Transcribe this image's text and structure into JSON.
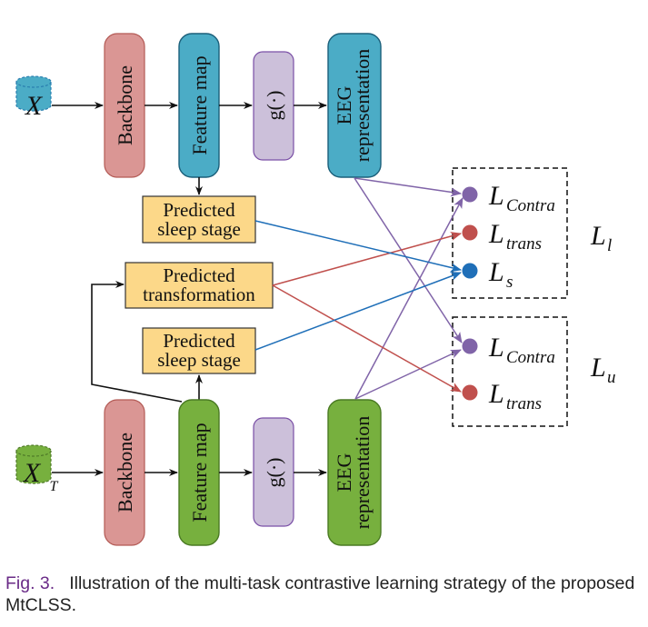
{
  "diagram": {
    "top_branch": {
      "input": {
        "symbol": "X",
        "subscript": ""
      },
      "backbone": "Backbone",
      "feature_map": "Feature map",
      "projector": "g(·)",
      "representation": [
        "EEG",
        "representation"
      ],
      "predicted_sleep_stage": [
        "Predicted",
        "sleep stage"
      ]
    },
    "bottom_branch": {
      "input": {
        "symbol": "X",
        "subscript": "T"
      },
      "backbone": "Backbone",
      "feature_map": "Feature map",
      "projector": "g(·)",
      "representation": [
        "EEG",
        "representation"
      ],
      "predicted_sleep_stage": [
        "Predicted",
        "sleep stage"
      ],
      "predicted_transformation": [
        "Predicted",
        "transformation"
      ]
    },
    "labeled_losses": {
      "group_label": {
        "symbol": "L",
        "subscript": "l"
      },
      "items": [
        {
          "symbol": "L",
          "subscript": "Contra",
          "color": "#8064a8"
        },
        {
          "symbol": "L",
          "subscript": "trans",
          "color": "#c0504d"
        },
        {
          "symbol": "L",
          "subscript": "s",
          "color": "#1f6fb8"
        }
      ]
    },
    "unlabeled_losses": {
      "group_label": {
        "symbol": "L",
        "subscript": "u"
      },
      "items": [
        {
          "symbol": "L",
          "subscript": "Contra",
          "color": "#8064a8"
        },
        {
          "symbol": "L",
          "subscript": "trans",
          "color": "#c0504d"
        }
      ]
    },
    "colors": {
      "top_branch": "#4bacc6",
      "bottom_branch": "#77b03e",
      "backbone": "#da9694",
      "projector": "#ccc0da",
      "prediction": "#fcd889",
      "contrastive_edge": "#8064a8",
      "transformation_edge": "#c0504d",
      "stage_edge": "#1f6fb8"
    }
  },
  "caption": {
    "label": "Fig. 3.",
    "text": "Illustration of the multi-task contrastive learning strategy of the proposed MtCLSS."
  }
}
